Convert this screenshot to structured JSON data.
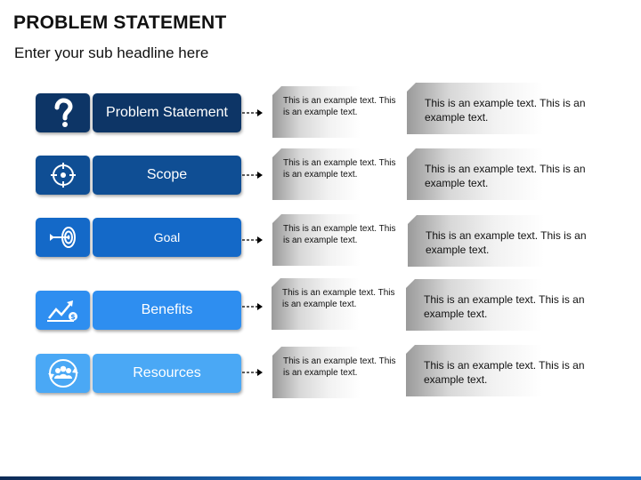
{
  "header": {
    "title": "PROBLEM STATEMENT",
    "subtitle": "Enter your sub headline here"
  },
  "rows": [
    {
      "label": "Problem Statement",
      "icon": "question-mark-icon",
      "color": "#0d3566",
      "card1_text": "This is  an example text. This is an example text.",
      "card2_text": "This is  an example text. This is an example text."
    },
    {
      "label": "Scope",
      "icon": "crosshair-icon",
      "color": "#0f4e94",
      "card1_text": "This is  an example text. This is an example text.",
      "card2_text": "This is  an example text. This is an example text."
    },
    {
      "label": "Goal",
      "icon": "target-arrow-icon",
      "color": "#1469c8",
      "card1_text": "This is  an example text. This is an example text.",
      "card2_text": "This is  an example text. This is an example text."
    },
    {
      "label": "Benefits",
      "icon": "growth-chart-icon",
      "color": "#2e8ef0",
      "card1_text": "This is  an example text. This is an example text.",
      "card2_text": "This is  an example text. This is an example text."
    },
    {
      "label": "Resources",
      "icon": "team-cycle-icon",
      "color": "#4aa8f5",
      "card1_text": "This is  an example text. This is an example text.",
      "card2_text": "This is  an example text. This is an example text."
    }
  ]
}
